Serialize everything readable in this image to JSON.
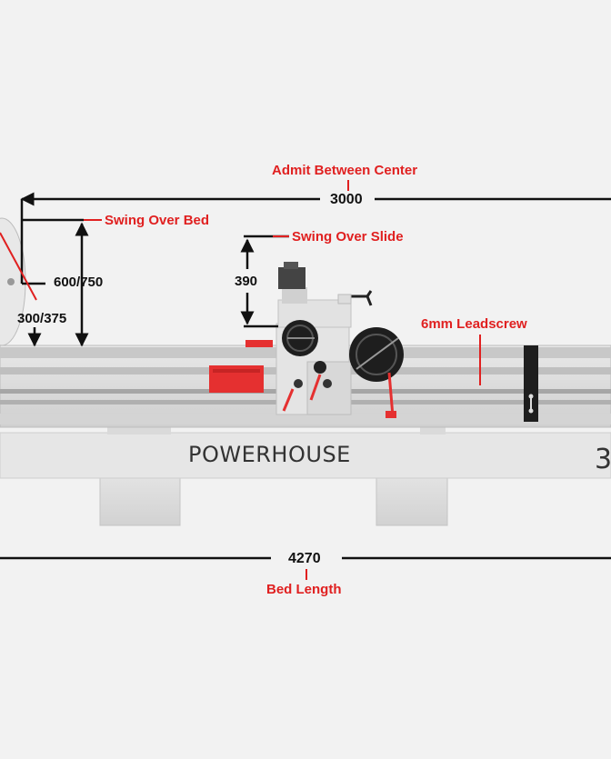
{
  "dimensions": {
    "admit_between_center": {
      "label": "Admit Between Center",
      "value": "3000"
    },
    "swing_over_bed": {
      "label": "Swing Over Bed",
      "value": "600/750"
    },
    "center_height": {
      "value": "300/375"
    },
    "swing_over_slide": {
      "label": "Swing Over Slide",
      "value": "390"
    },
    "leadscrew": {
      "label": "6mm Leadscrew"
    },
    "bed_length": {
      "label": "Bed Length",
      "value": "4270"
    }
  },
  "machine": {
    "brand": "POWERHOUSE",
    "model_fragment": "3"
  },
  "colors": {
    "annotation_red": "#e02020",
    "dimension_black": "#111111",
    "background": "#f2f2f2",
    "machine_grey": "#dcdcdc",
    "machine_red": "#e53030"
  }
}
